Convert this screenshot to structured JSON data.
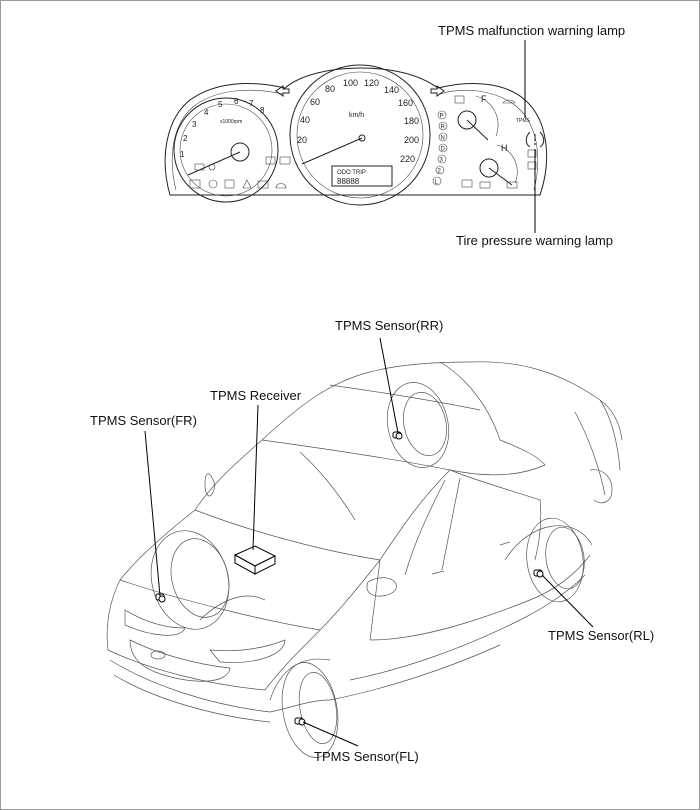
{
  "labels": {
    "tpms_malfunction_lamp": "TPMS malfunction warning lamp",
    "tire_pressure_lamp": "Tire pressure warning lamp",
    "sensor_rr": "TPMS Sensor(RR)",
    "receiver": "TPMS Receiver",
    "sensor_fr": "TPMS Sensor(FR)",
    "sensor_rl": "TPMS Sensor(RL)",
    "sensor_fl": "TPMS Sensor(FL)"
  },
  "cluster": {
    "tach_unit": "x1000rpm",
    "tach_ticks": [
      "1",
      "2",
      "3",
      "4",
      "5",
      "6",
      "7",
      "8"
    ],
    "speed_unit": "km/h",
    "speed_ticks": [
      "20",
      "40",
      "60",
      "80",
      "100",
      "120",
      "140",
      "160",
      "180",
      "200",
      "220"
    ],
    "gear_letters": [
      "P",
      "R",
      "N",
      "D",
      "3",
      "2",
      "L"
    ],
    "fuel_full": "F",
    "temp_hot": "H",
    "odo_label": "ODO TRIP",
    "odo_value": "88888",
    "tpms_lamp_text": "TPMS"
  }
}
